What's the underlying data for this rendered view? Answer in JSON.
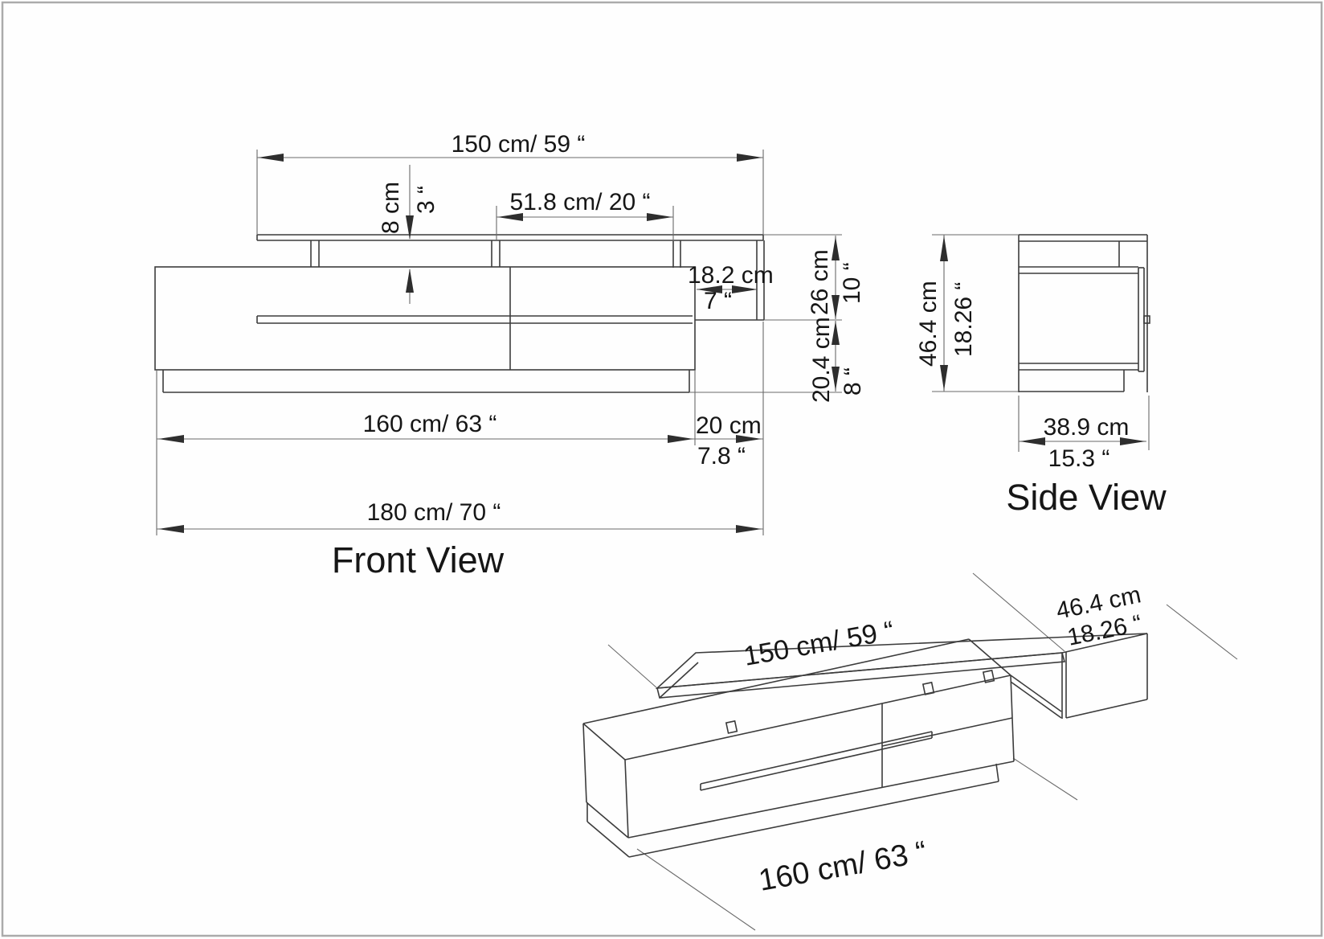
{
  "front_view": {
    "title": "Front View",
    "dim_top_width": "150 cm/ 59 “",
    "dim_gap_cm": "8 cm",
    "dim_gap_in": "3 “",
    "dim_shelf_clearance": "51.8 cm/ 20 “",
    "dim_niche_cm": "18.2 cm",
    "dim_niche_in": "7 “",
    "dim_upper_cm": "26 cm",
    "dim_upper_in": "10 “",
    "dim_lower_cm": "20.4 cm",
    "dim_lower_in": "8 “",
    "dim_body_width": "160 cm/ 63 “",
    "dim_overhang_cm": "20 cm",
    "dim_overhang_in": "7.8 “",
    "dim_total_width": "180 cm/ 70 “"
  },
  "side_view": {
    "title": "Side View",
    "dim_height_cm": "46.4 cm",
    "dim_height_in": "18.26 “",
    "dim_depth_cm": "38.9 cm",
    "dim_depth_in": "15.3 “"
  },
  "iso_view": {
    "dim_length": "150 cm/ 59 “",
    "dim_depth_cm": "46.4 cm",
    "dim_depth_in": "18.26 “",
    "dim_body_length": "160 cm/ 63 “"
  }
}
